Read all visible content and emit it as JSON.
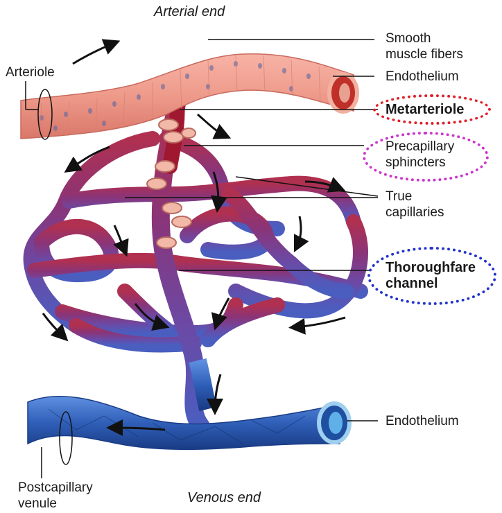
{
  "labels": {
    "arterial_end": "Arterial end",
    "venous_end": "Venous end",
    "arteriole": "Arteriole",
    "smooth_muscle_1": "Smooth",
    "smooth_muscle_2": "muscle fibers",
    "endothelium_top": "Endothelium",
    "metarteriole": "Metarteriole",
    "precapillary_1": "Precapillary",
    "precapillary_2": "sphincters",
    "true_cap_1": "True",
    "true_cap_2": "capillaries",
    "thoroughfare_1": "Thoroughfare",
    "thoroughfare_2": "channel",
    "endothelium_bottom": "Endothelium",
    "postcap_1": "Postcapillary",
    "postcap_2": "venule"
  },
  "highlight_colors": {
    "metarteriole": "#e0202a",
    "precapillary": "#cc33cc",
    "thoroughfare": "#2233cc"
  },
  "colors": {
    "arteriole": "#f0a090",
    "vessel_dark": "#7a2a6a",
    "venule": "#2f5fb8"
  }
}
